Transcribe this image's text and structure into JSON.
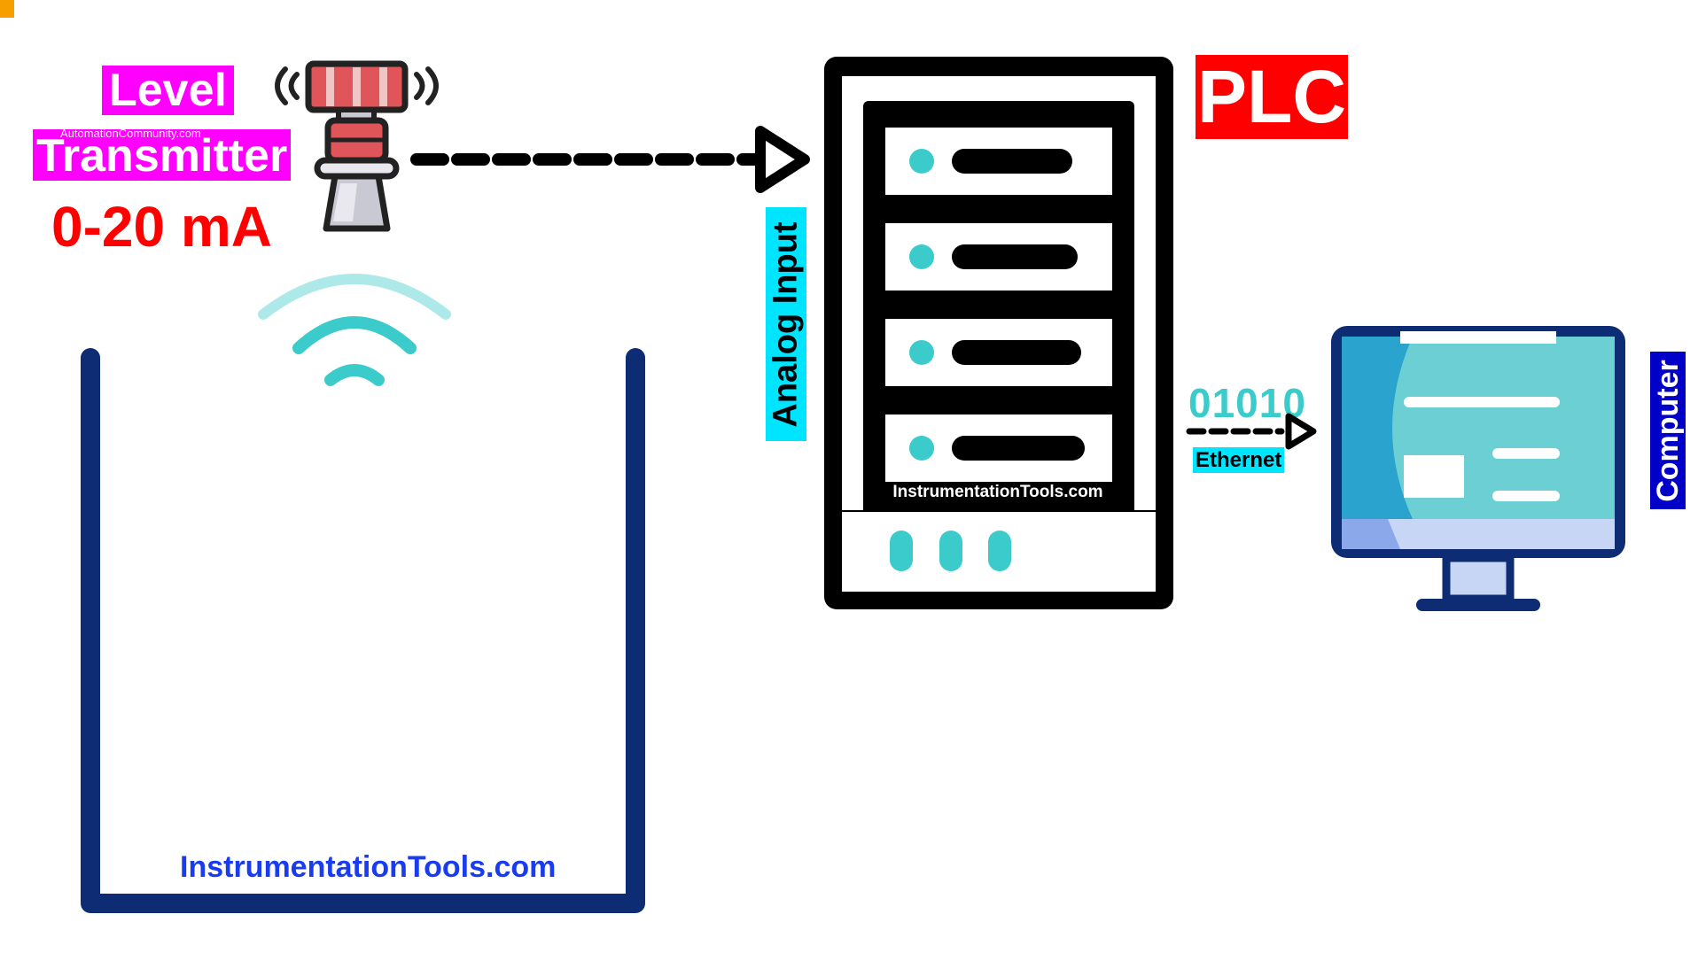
{
  "labels": {
    "level": "Level",
    "transmitter": "Transmitter",
    "watermark_transmitter": "AutomationCommunity.com",
    "signal": "0-20 mA",
    "plc": "PLC",
    "analog_input": "Analog Input",
    "computer": "Computer",
    "binary": "01010",
    "ethernet": "Ethernet",
    "plc_watermark": "InstrumentationTools.com",
    "tank_watermark": "InstrumentationTools.com"
  },
  "colors": {
    "magenta_label": "#ff00ff",
    "red_label": "#ff0000",
    "cyan_label": "#00e5ff",
    "navy": "#0d2c73",
    "teal": "#3ccbcb",
    "black": "#000000"
  },
  "icons": {
    "transmitter": "radar-level-transmitter-icon",
    "waves": "wireless-signal-icon",
    "plc": "server-rack-icon",
    "computer": "desktop-monitor-icon",
    "tank": "open-tank"
  }
}
